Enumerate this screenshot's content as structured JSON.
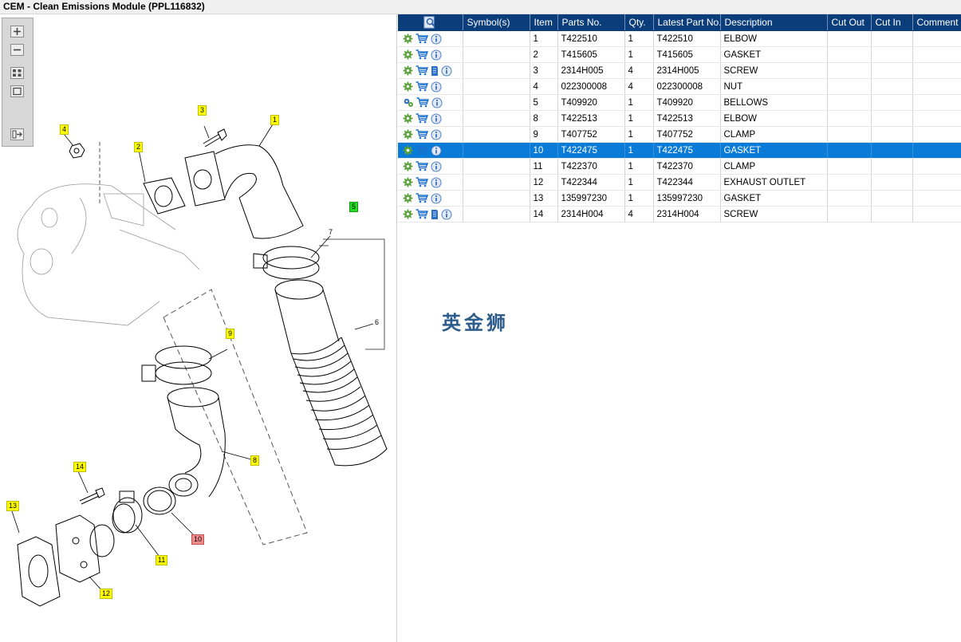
{
  "window": {
    "title": "CEM - Clean Emissions Module (PPL116832)"
  },
  "toolbar": {
    "tools": [
      "zoom-in-icon",
      "zoom-out-icon",
      "fit-all-icon",
      "actual-size-icon",
      "export-icon"
    ]
  },
  "diagram": {
    "callouts": [
      {
        "label": "1",
        "style": "yellow"
      },
      {
        "label": "2",
        "style": "yellow"
      },
      {
        "label": "3",
        "style": "yellow"
      },
      {
        "label": "4",
        "style": "yellow"
      },
      {
        "label": "5",
        "style": "green"
      },
      {
        "label": "6",
        "style": "plain"
      },
      {
        "label": "7",
        "style": "plain"
      },
      {
        "label": "8",
        "style": "yellow"
      },
      {
        "label": "9",
        "style": "yellow"
      },
      {
        "label": "10",
        "style": "red"
      },
      {
        "label": "11",
        "style": "yellow"
      },
      {
        "label": "12",
        "style": "yellow"
      },
      {
        "label": "13",
        "style": "yellow"
      },
      {
        "label": "14",
        "style": "yellow"
      }
    ]
  },
  "grid": {
    "columns": [
      "",
      "Symbol(s)",
      "Item",
      "Parts No.",
      "Qty.",
      "Latest Part No.",
      "Description",
      "Cut Out",
      "Cut In",
      "Comment"
    ],
    "rows": [
      {
        "icons": [
          "gear-icon",
          "cart-icon",
          "info-icon"
        ],
        "item": "1",
        "part": "T422510",
        "qty": "1",
        "latest": "T422510",
        "desc": "ELBOW"
      },
      {
        "icons": [
          "gear-icon",
          "cart-icon",
          "info-icon"
        ],
        "item": "2",
        "part": "T415605",
        "qty": "1",
        "latest": "T415605",
        "desc": "GASKET"
      },
      {
        "icons": [
          "gear-icon",
          "cart-icon",
          "document-icon",
          "info-icon"
        ],
        "item": "3",
        "part": "2314H005",
        "qty": "4",
        "latest": "2314H005",
        "desc": "SCREW"
      },
      {
        "icons": [
          "gear-icon",
          "cart-icon",
          "info-icon"
        ],
        "item": "4",
        "part": "022300008",
        "qty": "4",
        "latest": "022300008",
        "desc": "NUT"
      },
      {
        "icons": [
          "gears-icon",
          "cart-icon",
          "info-icon"
        ],
        "item": "5",
        "part": "T409920",
        "qty": "1",
        "latest": "T409920",
        "desc": "BELLOWS"
      },
      {
        "icons": [
          "gear-icon",
          "cart-icon",
          "info-icon"
        ],
        "item": "8",
        "part": "T422513",
        "qty": "1",
        "latest": "T422513",
        "desc": "ELBOW"
      },
      {
        "icons": [
          "gear-icon",
          "cart-icon",
          "info-icon"
        ],
        "item": "9",
        "part": "T407752",
        "qty": "1",
        "latest": "T407752",
        "desc": "CLAMP"
      },
      {
        "icons": [
          "gear-icon",
          "cart-icon",
          "info-icon"
        ],
        "item": "10",
        "part": "T422475",
        "qty": "1",
        "latest": "T422475",
        "desc": "GASKET",
        "selected": true
      },
      {
        "icons": [
          "gear-icon",
          "cart-icon",
          "info-icon"
        ],
        "item": "11",
        "part": "T422370",
        "qty": "1",
        "latest": "T422370",
        "desc": "CLAMP"
      },
      {
        "icons": [
          "gear-icon",
          "cart-icon",
          "info-icon"
        ],
        "item": "12",
        "part": "T422344",
        "qty": "1",
        "latest": "T422344",
        "desc": "EXHAUST OUTLET"
      },
      {
        "icons": [
          "gear-icon",
          "cart-icon",
          "info-icon"
        ],
        "item": "13",
        "part": "135997230",
        "qty": "1",
        "latest": "135997230",
        "desc": "GASKET"
      },
      {
        "icons": [
          "gear-icon",
          "cart-icon",
          "document-icon",
          "info-icon"
        ],
        "item": "14",
        "part": "2314H004",
        "qty": "4",
        "latest": "2314H004",
        "desc": "SCREW"
      }
    ]
  },
  "watermark": {
    "text": "英金狮"
  },
  "colors": {
    "header_bg": "#0c3d7b",
    "selected_row": "#0a7bd6",
    "callout_yellow": "#ffff00",
    "callout_green": "#22dd22",
    "callout_red": "#f28b8b"
  }
}
